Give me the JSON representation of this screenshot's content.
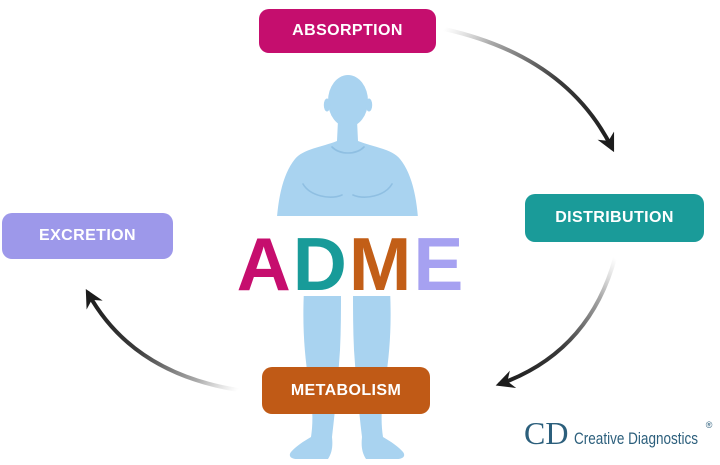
{
  "diagram": {
    "adme": {
      "letters": [
        {
          "char": "A",
          "color": "#C60E6E"
        },
        {
          "char": "D",
          "color": "#189B99"
        },
        {
          "char": "M",
          "color": "#C25E17"
        },
        {
          "char": "E",
          "color": "#A6A1F1"
        }
      ]
    },
    "stages": [
      {
        "label": "ABSORPTION",
        "color": "#C50E6E"
      },
      {
        "label": "DISTRIBUTION",
        "color": "#1A9B99"
      },
      {
        "label": "METABOLISM",
        "color": "#C05A16"
      },
      {
        "label": "EXCRETION",
        "color": "#9D98EA"
      }
    ],
    "body_color": "#A9D3F0",
    "body_line_color": "#8FBFE2",
    "arrow_color": "#1C1C1C",
    "backdrop_color": "#FFFFFF"
  },
  "logo": {
    "monogram": "CD",
    "name": "Creative Diagnostics",
    "registered": "®",
    "color": "#2C5F7C"
  }
}
